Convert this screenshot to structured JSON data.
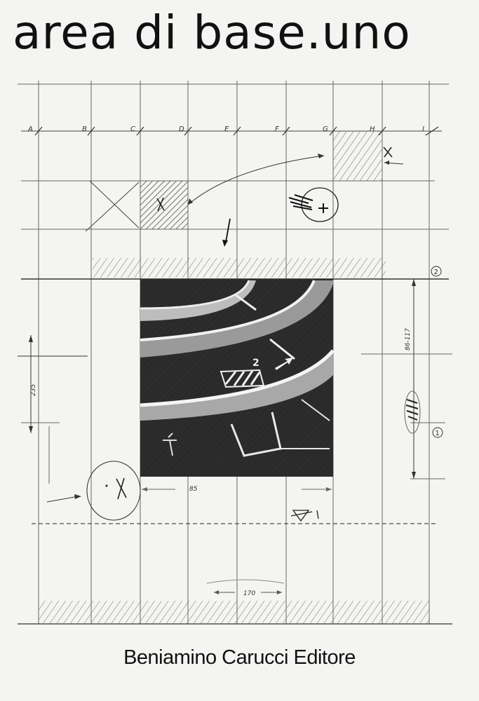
{
  "cover": {
    "title": "area di base.uno",
    "publisher": "Beniamino Carucci Editore"
  },
  "grid": {
    "column_labels": [
      "A",
      "B",
      "C",
      "D",
      "E",
      "F",
      "G",
      "H",
      "I"
    ],
    "row_markers": [
      "2",
      "1"
    ]
  },
  "annotations": {
    "vertical_dim_left": "235",
    "vertical_dim_right": "86-117",
    "horizontal_dim_photo": "85",
    "horizontal_dim_bottom": "170",
    "photo_marking": "2"
  }
}
